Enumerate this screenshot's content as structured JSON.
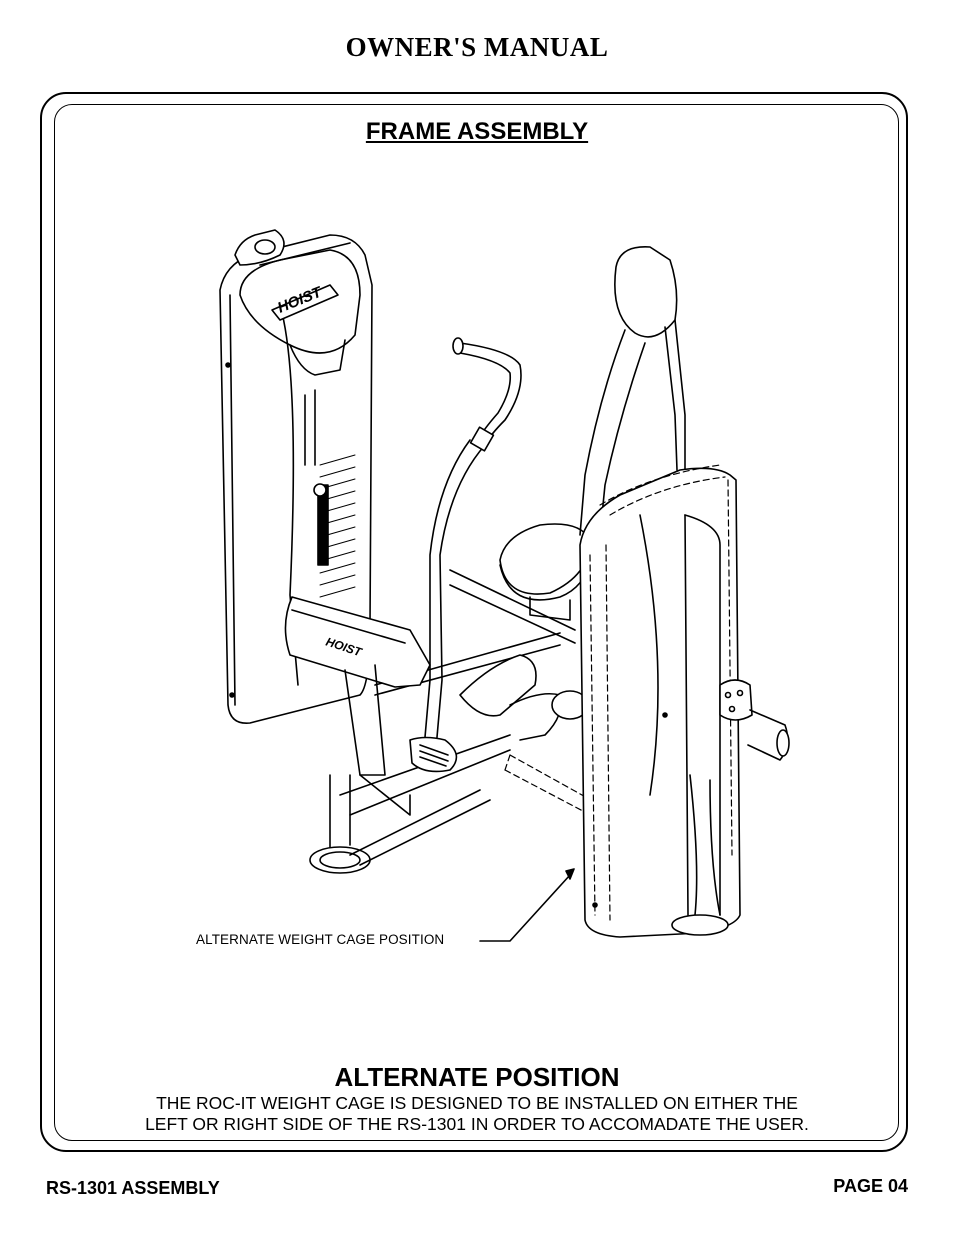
{
  "header": {
    "title": "OWNER'S MANUAL"
  },
  "section": {
    "title": "FRAME ASSEMBLY"
  },
  "figure": {
    "callout": "ALTERNATE WEIGHT CAGE POSITION",
    "logo_text": "HOIST"
  },
  "alternate": {
    "title": "ALTERNATE POSITION",
    "lines": [
      "THE ROC-IT WEIGHT CAGE IS DESIGNED TO BE INSTALLED ON EITHER THE",
      "LEFT OR RIGHT SIDE OF THE RS-1301  IN ORDER TO ACCOMADATE THE USER."
    ]
  },
  "footer": {
    "left": "RS-1301 ASSEMBLY",
    "right": "PAGE 04"
  }
}
